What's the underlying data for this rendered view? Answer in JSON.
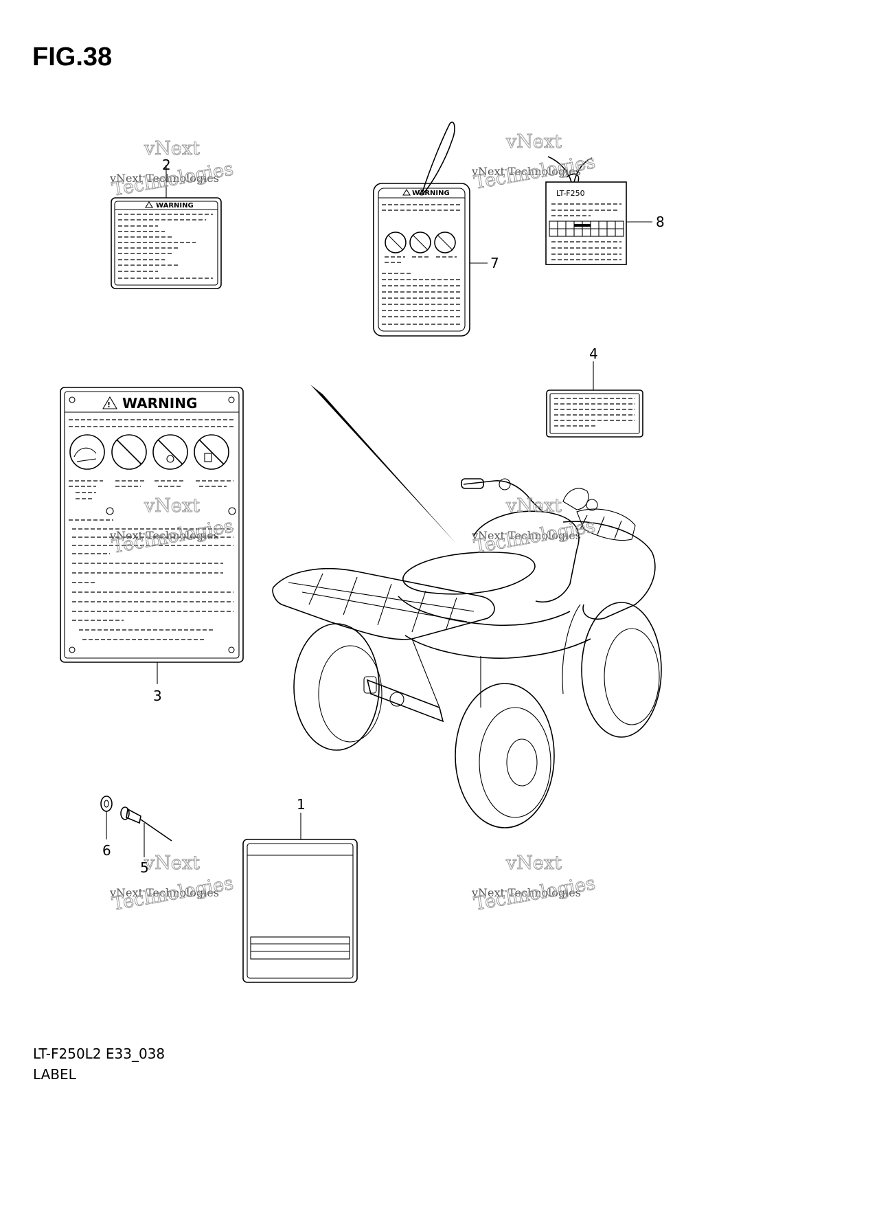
{
  "figure": {
    "title": "FIG.38"
  },
  "callouts": [
    {
      "id": "c1",
      "label": "1"
    },
    {
      "id": "c2",
      "label": "2"
    },
    {
      "id": "c3",
      "label": "3"
    },
    {
      "id": "c4",
      "label": "4"
    },
    {
      "id": "c5",
      "label": "5"
    },
    {
      "id": "c6",
      "label": "6"
    },
    {
      "id": "c7",
      "label": "7"
    },
    {
      "id": "c8",
      "label": "8"
    }
  ],
  "labels_text": {
    "warning": "WARNING",
    "model_tag": "LT-F250"
  },
  "watermark": {
    "line1": "vNext Technologies",
    "line2": "vNext",
    "line3": "Technologies"
  },
  "footer": {
    "code": "LT-F250L2 E33_038",
    "name": "LABEL"
  }
}
